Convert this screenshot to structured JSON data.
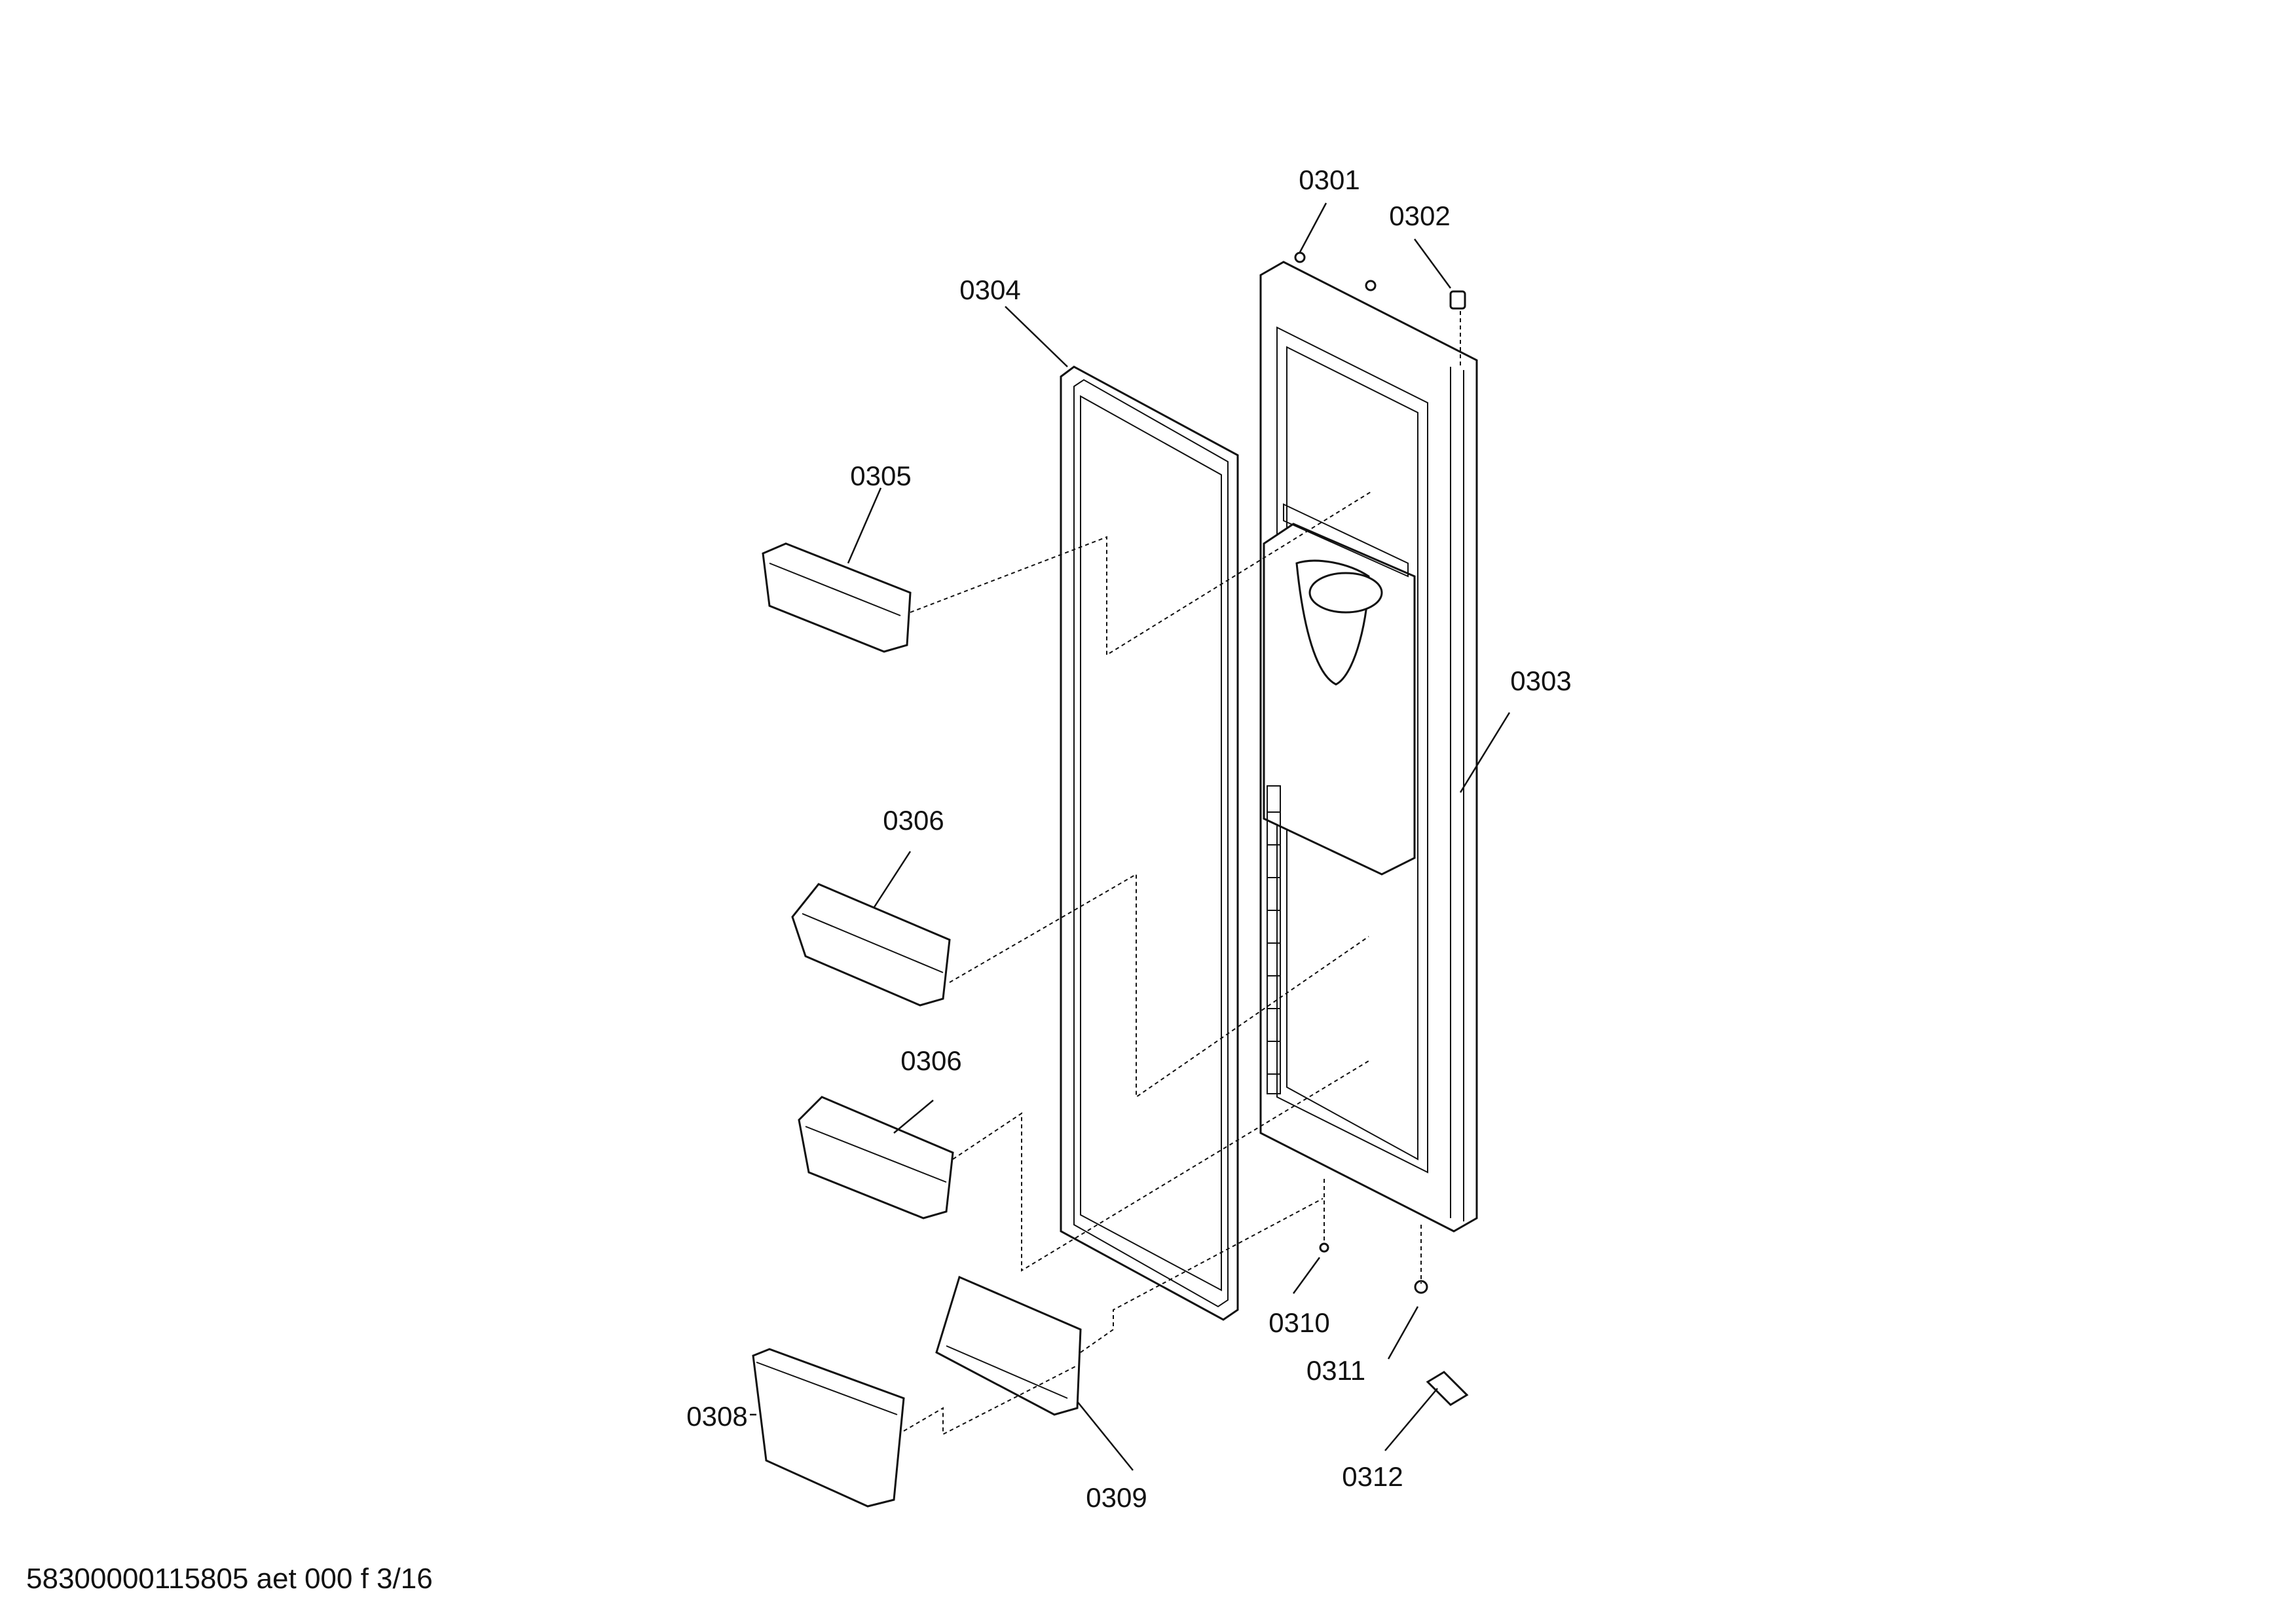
{
  "diagram": {
    "type": "exploded-parts-view",
    "footer_id": "58300000115805 aet 000 f 3/16",
    "callouts": [
      {
        "id": "c0301",
        "label": "0301"
      },
      {
        "id": "c0302",
        "label": "0302"
      },
      {
        "id": "c0304",
        "label": "0304"
      },
      {
        "id": "c0305",
        "label": "0305"
      },
      {
        "id": "c0303",
        "label": "0303"
      },
      {
        "id": "c0306a",
        "label": "0306"
      },
      {
        "id": "c0306b",
        "label": "0306"
      },
      {
        "id": "c0310",
        "label": "0310"
      },
      {
        "id": "c0311",
        "label": "0311"
      },
      {
        "id": "c0308",
        "label": "0308"
      },
      {
        "id": "c0309",
        "label": "0309"
      },
      {
        "id": "c0312",
        "label": "0312"
      }
    ]
  }
}
